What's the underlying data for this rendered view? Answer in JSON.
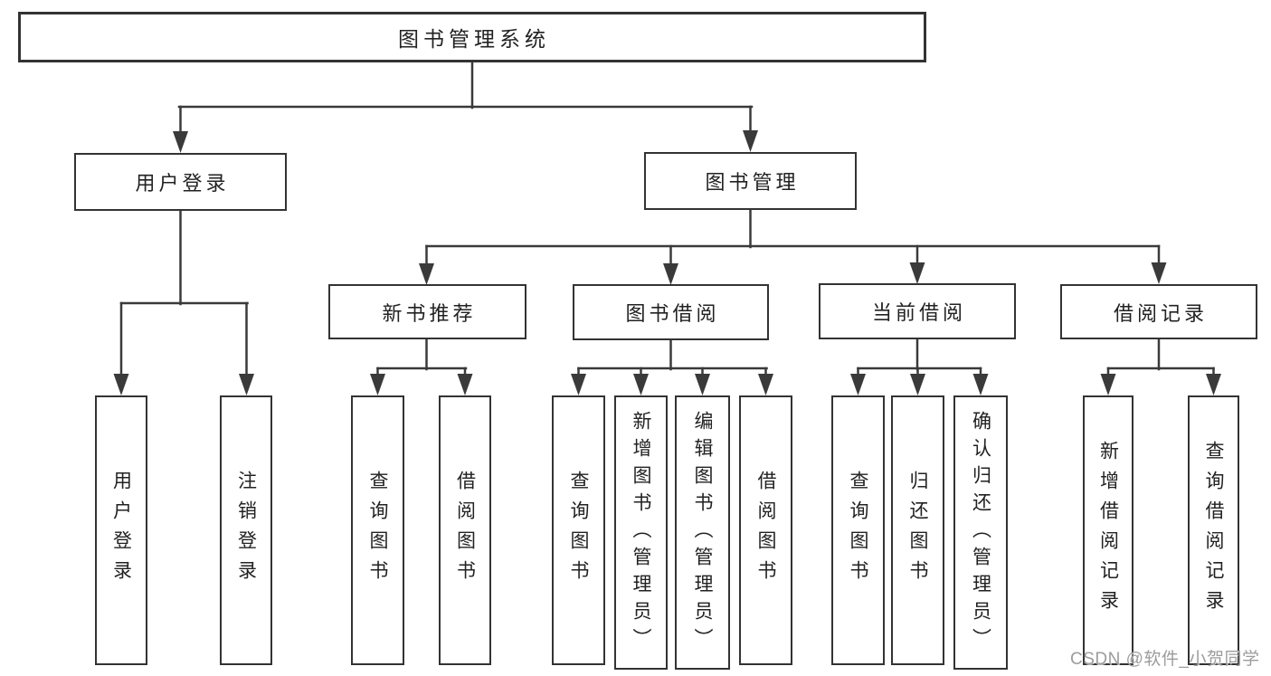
{
  "diagram": {
    "title": "图书管理系统",
    "level1": {
      "user_login": "用户登录",
      "book_management": "图书管理"
    },
    "level2": {
      "new_book_recommend": "新书推荐",
      "book_borrow": "图书借阅",
      "current_borrow": "当前借阅",
      "borrow_records": "借阅记录"
    },
    "leaves": {
      "user_login": "用户登录",
      "logout": "注销登录",
      "recommend_query": "查询图书",
      "recommend_borrow": "借阅图书",
      "borrow_query": "查询图书",
      "borrow_add_admin": "新增图书（管理员）",
      "borrow_edit_admin": "编辑图书（管理员）",
      "borrow_do": "借阅图书",
      "current_query": "查询图书",
      "current_return": "归还图书",
      "current_confirm_admin": "确认归还（管理员）",
      "records_add": "新增借阅记录",
      "records_query": "查询借阅记录"
    },
    "hierarchy": {
      "图书管理系统": {
        "用户登录": [
          "用户登录",
          "注销登录"
        ],
        "图书管理": {
          "新书推荐": [
            "查询图书",
            "借阅图书"
          ],
          "图书借阅": [
            "查询图书",
            "新增图书（管理员）",
            "编辑图书（管理员）",
            "借阅图书"
          ],
          "当前借阅": [
            "查询图书",
            "归还图书",
            "确认归还（管理员）"
          ],
          "借阅记录": [
            "新增借阅记录",
            "查询借阅记录"
          ]
        }
      }
    }
  },
  "watermark": "CSDN @软件_小贺同学",
  "colors": {
    "line": "#3a3a3a",
    "border": "#333333",
    "text": "#222222",
    "background": "#ffffff",
    "watermark": "#9c9c9c"
  }
}
